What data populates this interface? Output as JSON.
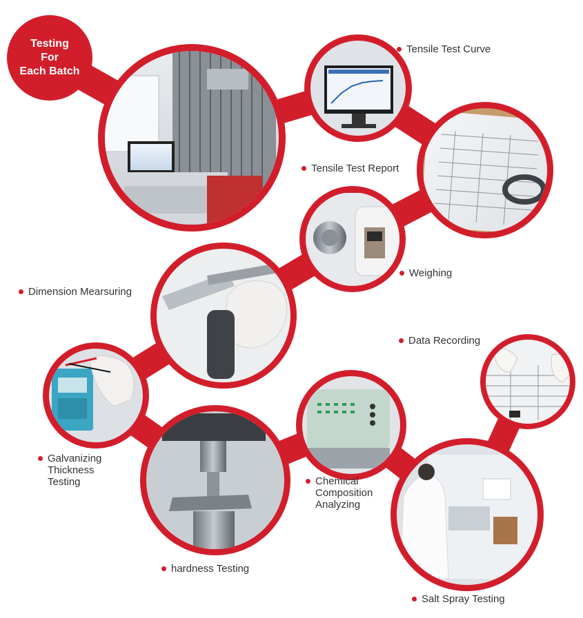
{
  "badge": {
    "line1": "Testing",
    "line2": "For",
    "line3": "Each Batch"
  },
  "labels": {
    "tensile_curve": "Tensile Test Curve",
    "tensile_report": "Tensile Test Report",
    "weighing": "Weighing",
    "dimension": "Dimension Mearsuring",
    "data_recording": "Data Recording",
    "galvanizing": [
      "Galvanizing",
      "Thickness",
      "Testing"
    ],
    "chemical": [
      "Chemical",
      "Composition",
      "Analyzing"
    ],
    "hardness": "hardness Testing",
    "salt_spray": "Salt Spray Testing"
  },
  "colors": {
    "accent": "#d21e2b",
    "text": "#333333",
    "background": "#ffffff"
  }
}
